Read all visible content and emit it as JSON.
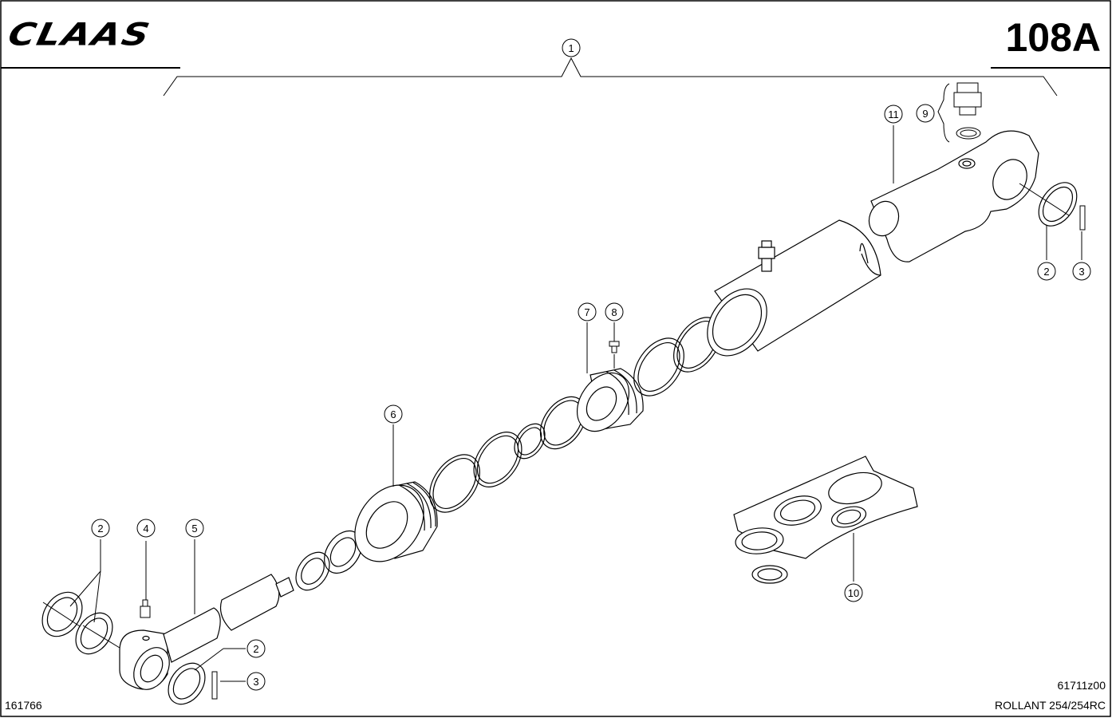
{
  "header": {
    "brand_logo": "CLAAS",
    "page_number": "108A"
  },
  "footer": {
    "drawing_id": "161766",
    "figure_code": "61711z00",
    "model": "ROLLANT 254/254RC"
  },
  "callouts": [
    {
      "id": "callout-1",
      "label": "1"
    },
    {
      "id": "callout-2a",
      "label": "2"
    },
    {
      "id": "callout-3a",
      "label": "3"
    },
    {
      "id": "callout-2b",
      "label": "2"
    },
    {
      "id": "callout-4",
      "label": "4"
    },
    {
      "id": "callout-5",
      "label": "5"
    },
    {
      "id": "callout-2c",
      "label": "2"
    },
    {
      "id": "callout-3b",
      "label": "3"
    },
    {
      "id": "callout-6",
      "label": "6"
    },
    {
      "id": "callout-7",
      "label": "7"
    },
    {
      "id": "callout-8",
      "label": "8"
    },
    {
      "id": "callout-9",
      "label": "9"
    },
    {
      "id": "callout-10",
      "label": "10"
    },
    {
      "id": "callout-11",
      "label": "11"
    }
  ]
}
